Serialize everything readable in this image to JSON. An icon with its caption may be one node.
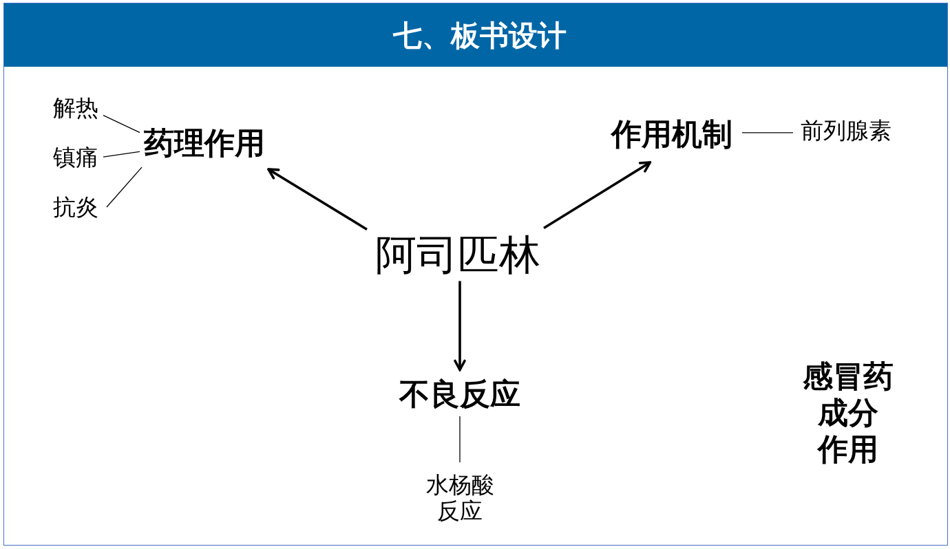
{
  "diagram": {
    "title": "七、板书设计",
    "nodes": [
      {
        "text": [
          "解热"
        ]
      },
      {
        "text": [
          "药理作用"
        ]
      },
      {
        "text": [
          "作用机制"
        ]
      },
      {
        "text": [
          "前列腺素"
        ]
      },
      {
        "text": [
          "镇痛"
        ]
      },
      {
        "text": [
          "抗炎"
        ]
      },
      {
        "text": [
          "阿司匹林"
        ]
      },
      {
        "text": [
          "不良反应"
        ]
      },
      {
        "text": [
          "水杨酸反应"
        ]
      }
    ],
    "edges": [
      {
        "from": 6,
        "to": 1,
        "arrow": "to",
        "style": "thick"
      },
      {
        "from": 6,
        "to": 2,
        "arrow": "to",
        "style": "thick"
      },
      {
        "from": 6,
        "to": 7,
        "arrow": "to",
        "style": "thick"
      },
      {
        "from": 0,
        "to": 1,
        "arrow": "none"
      },
      {
        "from": 4,
        "to": 1,
        "arrow": "none"
      },
      {
        "from": 5,
        "to": 1,
        "arrow": "none"
      },
      {
        "from": 2,
        "to": 3,
        "arrow": "none"
      },
      {
        "from": 7,
        "to": 8,
        "arrow": "none"
      }
    ],
    "labels": [
      "感冒药成分作用"
    ]
  }
}
